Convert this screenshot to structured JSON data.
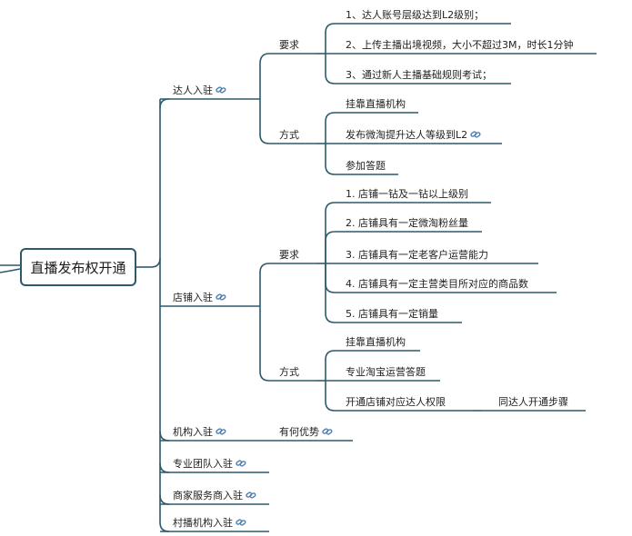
{
  "root": "直播发布权开通",
  "colors": {
    "line": "#2d5a6b",
    "link_icon": "#4a7fb0"
  },
  "link_icon": "link-icon",
  "branches": {
    "daren": {
      "label": "达人入驻",
      "yaoqiu": "要求",
      "req": [
        "1、达人账号层级达到L2级别；",
        "2、上传主播出境视频，大小不超过3M，时长1分钟",
        "3、通过新人主播基础规则考试；"
      ],
      "fangshi": "方式",
      "ways": [
        "挂靠直播机构",
        "发布微淘提升达人等级到L2",
        "参加答题"
      ]
    },
    "dianpu": {
      "label": "店铺入驻",
      "yaoqiu": "要求",
      "req": [
        "1. 店铺一钻及一钻以上级别",
        "2. 店铺具有一定微淘粉丝量",
        "3. 店铺具有一定老客户运营能力",
        "4. 店铺具有一定主营类目所对应的商品数",
        "5. 店铺具有一定销量"
      ],
      "fangshi": "方式",
      "ways": [
        "挂靠直播机构",
        "专业淘宝运营答题",
        "开通店铺对应达人权限"
      ],
      "way3_child": "同达人开通步骤"
    },
    "jigou": {
      "label": "机构入驻",
      "child": "有何优势"
    },
    "tuandui": "专业团队入驻",
    "shangjia": "商家服务商入驻",
    "cunbo": "村播机构入驻"
  }
}
